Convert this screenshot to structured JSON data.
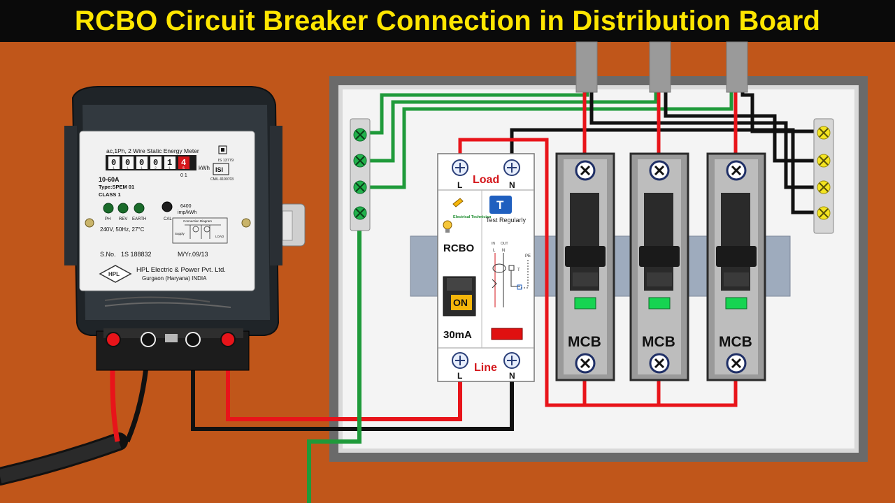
{
  "title": "RCBO Circuit Breaker Connection in Distribution Board",
  "colors": {
    "background": "#c0561a",
    "title_bar": "#0a0a0a",
    "title_text": "#ffe600",
    "phase_wire": "#e8141a",
    "neutral_wire": "#111111",
    "earth_wire": "#1f9a3a",
    "board_frame": "#5f5f5f",
    "board_panel": "#f3f3f3",
    "din_rail": "#9aa7bb",
    "earth_terminal": "#22b24c",
    "neutral_terminal": "#f4e421",
    "mcb_indicator": "#16d451",
    "rcbo_on_button": "#f5b60a",
    "rcbo_trip_window": "#e01010"
  },
  "meter": {
    "title": "ac,1Ph, 2 Wire Static Energy Meter",
    "reading_digits": [
      "0",
      "0",
      "0",
      "0",
      "1",
      "4"
    ],
    "reading_subdigits": [
      "1",
      "1",
      "1",
      "2",
      "1",
      "5"
    ],
    "unit": "kWh",
    "phase_count": "0 1",
    "rating": "10-60A",
    "type": "Type:SPEM 01",
    "class": "CLASS 1",
    "indicators": [
      "PH",
      "REV",
      "EARTH"
    ],
    "cal_label": "CAL",
    "impulse": "6400",
    "impulse_unit": "imp/kWh",
    "spec": "240V, 50Hz, 27°C",
    "connection_diagram_label": "Connection Diagram",
    "supply_label": "Supply",
    "load_label": "LOAD",
    "isi_mark": "ISI",
    "isi_code": "IS 13779",
    "license": "CM/L-9190703",
    "serial_label": "S.No.",
    "serial": "1S 188832",
    "year": "M/Yr.09/13",
    "logo": "HPL",
    "manufacturer": "HPL Electric & Power Pvt. Ltd.",
    "location": "Gurgaon (Haryana) INDIA"
  },
  "rcbo": {
    "load_label": "Load",
    "line_label": "Line",
    "terminal_l": "L",
    "terminal_n": "N",
    "name": "RCBO",
    "test_button": "T",
    "test_caption": "Test  Regularly",
    "on_label": "ON",
    "rating": "30mA",
    "brand": "Electrical Technician",
    "diagram_in": "IN",
    "diagram_out": "OUT",
    "diagram_pe": "PE",
    "diagram_t": "T"
  },
  "mcbs": [
    {
      "label": "MCB"
    },
    {
      "label": "MCB"
    },
    {
      "label": "MCB"
    }
  ]
}
